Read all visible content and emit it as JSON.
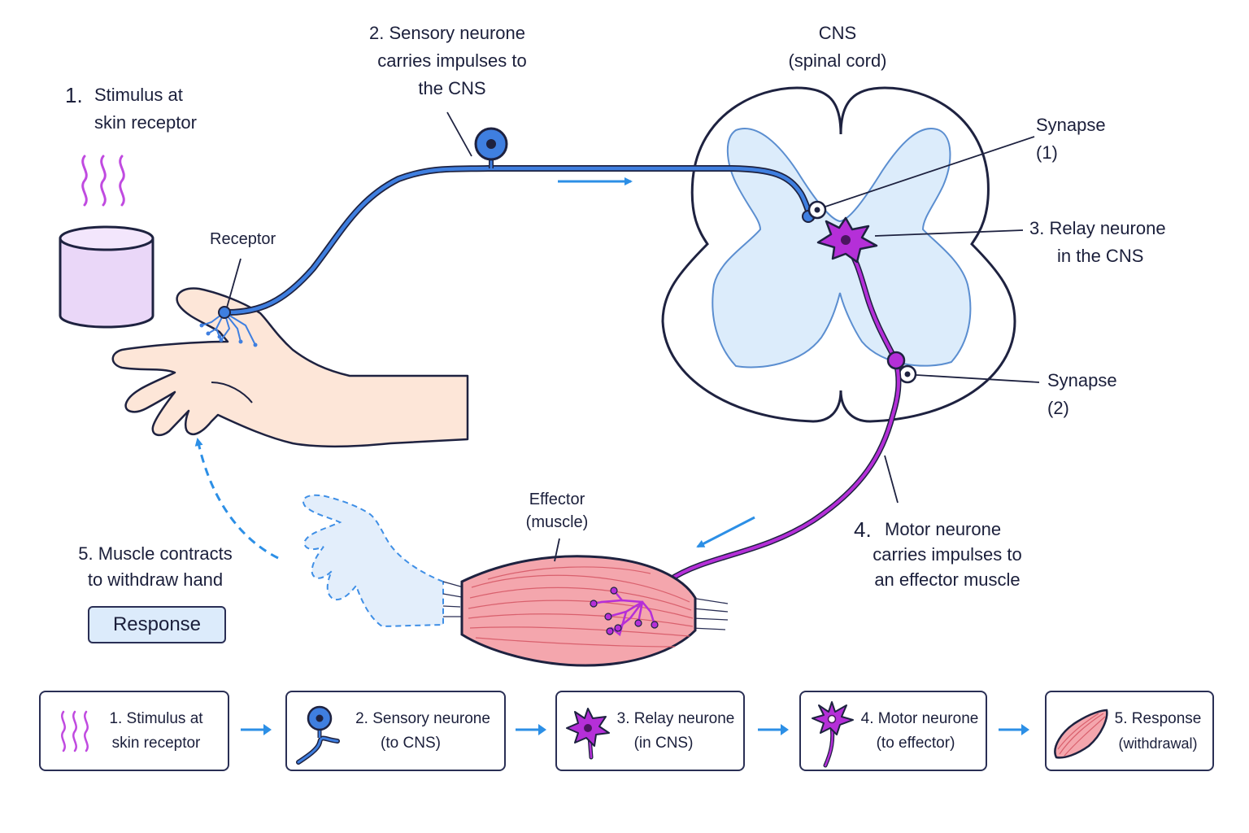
{
  "labels": {
    "stimulus_num": "1.",
    "stimulus_line1": "Stimulus at",
    "stimulus_line2": "skin receptor",
    "sensory_line1": "2. Sensory neurone",
    "sensory_line2": "carries impulses to",
    "sensory_line3": "the CNS",
    "cns_line1": "CNS",
    "cns_line2": "(spinal cord)",
    "synapse1_line1": "Synapse",
    "synapse1_line2": "(1)",
    "relay_line1": "3. Relay neurone",
    "relay_line2": "in the CNS",
    "synapse2_line1": "Synapse",
    "synapse2_line2": "(2)",
    "receptor": "Receptor",
    "effector_line1": "Effector",
    "effector_line2": "(muscle)",
    "motor_num": "4.",
    "motor_line1": "Motor neurone",
    "motor_line2": "carries impulses to",
    "motor_line3": "an effector muscle",
    "response_line1": "5. Muscle contracts",
    "response_line2": "to withdraw hand",
    "response_box": "Response"
  },
  "steps": [
    {
      "line1": "1. Stimulus at",
      "line2": "skin receptor",
      "icon": "heat-waves-icon"
    },
    {
      "line1": "2. Sensory neurone",
      "line2": "(to CNS)",
      "icon": "sensory-neurone-icon"
    },
    {
      "line1": "3. Relay neurone",
      "line2": "(in CNS)",
      "icon": "relay-neurone-icon"
    },
    {
      "line1": "4. Motor neurone",
      "line2": "(to effector)",
      "icon": "motor-neurone-icon"
    },
    {
      "line1": "5. Response",
      "line2": "(withdrawal)",
      "icon": "muscle-icon"
    }
  ],
  "colors": {
    "sensory": "#3f7fe0",
    "relay_motor": "#b52fd8",
    "arrow": "#2c8fe6",
    "grey_matter": "#dcecfb",
    "muscle": "#f4a6ad",
    "hand": "#fde6d8",
    "heat_waves": "#c04ae0",
    "hot_object": "#ead7f8"
  }
}
